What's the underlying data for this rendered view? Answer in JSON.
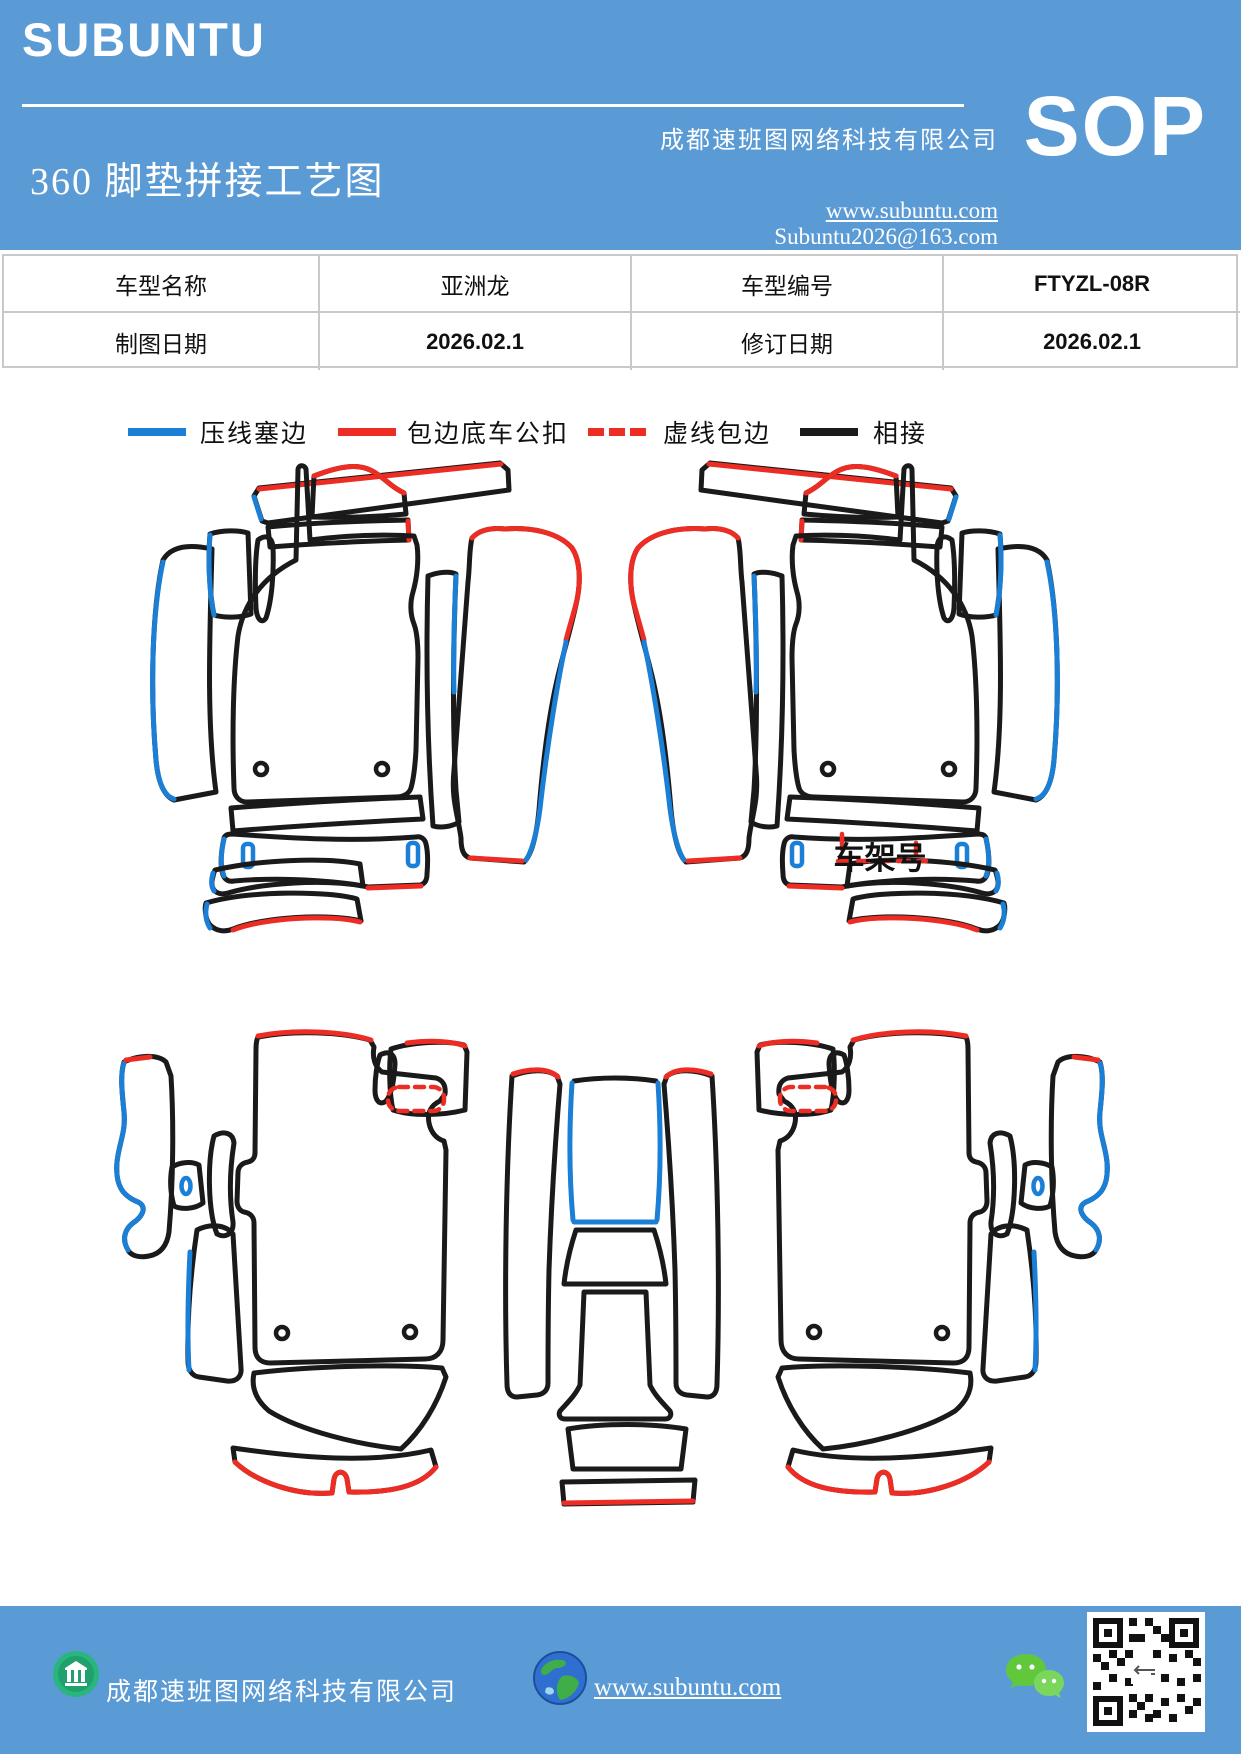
{
  "header": {
    "brand": "SUBUNTU",
    "title": "360 脚垫拼接工艺图",
    "company": "成都速班图网络科技有限公司",
    "badge": "SOP",
    "website": "www.subuntu.com",
    "email": "Subuntu2026@163.com"
  },
  "info_table": {
    "rows": [
      {
        "cells": [
          "车型名称",
          "亚洲龙",
          "车型编号",
          "FTYZL-08R"
        ]
      },
      {
        "cells": [
          "制图日期",
          "2026.02.1",
          "修订日期",
          "2026.02.1"
        ]
      }
    ]
  },
  "legend": {
    "items": [
      {
        "label": "压线塞边",
        "style": "solid",
        "color": "#1b7fd6"
      },
      {
        "label": "包边底车公扣",
        "style": "solid",
        "color": "#ed2d24"
      },
      {
        "label": "虚线包边",
        "style": "dashed",
        "color": "#ed2d24"
      },
      {
        "label": "相接",
        "style": "solid",
        "color": "#1a1a1a"
      }
    ]
  },
  "diagram": {
    "vin_label": "车架号",
    "line_colors": {
      "press_edge": "#1b7fd6",
      "wrap_edge": "#ed2d24",
      "joint": "#1a1a1a"
    }
  },
  "footer": {
    "company": "成都速班图网络科技有限公司",
    "website": "www.subuntu.com",
    "icons": [
      "building-icon",
      "globe-icon",
      "wechat-icon",
      "qr-code"
    ]
  },
  "colors": {
    "banner": "#5b9bd5",
    "table_border": "#c9c9c9"
  }
}
